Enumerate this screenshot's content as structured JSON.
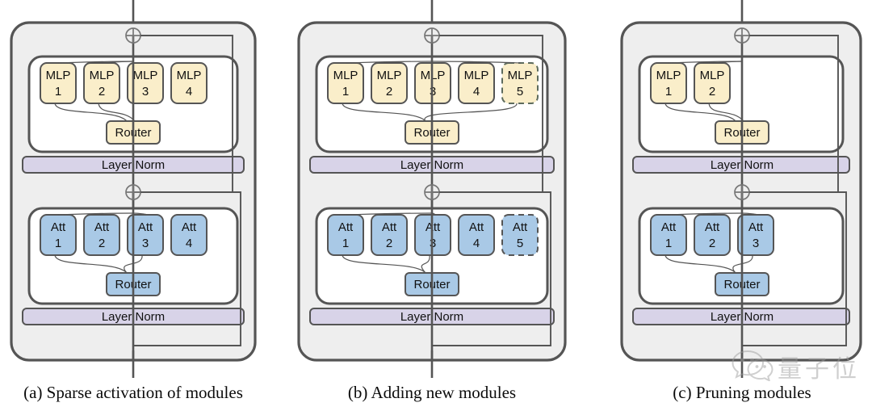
{
  "figure": {
    "panels": [
      {
        "id": "a",
        "caption": "(a) Sparse activation of modules",
        "blocks": [
          {
            "kind": "mlp",
            "modules": [
              {
                "name": "MLP",
                "index": "1",
                "state": "active"
              },
              {
                "name": "MLP",
                "index": "2",
                "state": "active"
              },
              {
                "name": "MLP",
                "index": "3",
                "state": "inactive"
              },
              {
                "name": "MLP",
                "index": "4",
                "state": "inactive"
              }
            ],
            "router_label": "Router",
            "routed": [
              0,
              1
            ],
            "layer_norm_label": "Layer Norm"
          },
          {
            "kind": "att",
            "modules": [
              {
                "name": "Att",
                "index": "1",
                "state": "active"
              },
              {
                "name": "Att",
                "index": "2",
                "state": "inactive"
              },
              {
                "name": "Att",
                "index": "3",
                "state": "active"
              },
              {
                "name": "Att",
                "index": "4",
                "state": "inactive"
              }
            ],
            "router_label": "Router",
            "routed": [
              0,
              2
            ],
            "layer_norm_label": "Layer Norm"
          }
        ]
      },
      {
        "id": "b",
        "caption": "(b) Adding new modules",
        "blocks": [
          {
            "kind": "mlp",
            "modules": [
              {
                "name": "MLP",
                "index": "1",
                "state": "active"
              },
              {
                "name": "MLP",
                "index": "2",
                "state": "inactive"
              },
              {
                "name": "MLP",
                "index": "3",
                "state": "inactive"
              },
              {
                "name": "MLP",
                "index": "4",
                "state": "inactive"
              },
              {
                "name": "MLP",
                "index": "5",
                "state": "new"
              }
            ],
            "router_label": "Router",
            "routed": [
              0,
              4
            ],
            "layer_norm_label": "Layer Norm"
          },
          {
            "kind": "att",
            "modules": [
              {
                "name": "Att",
                "index": "1",
                "state": "active"
              },
              {
                "name": "Att",
                "index": "2",
                "state": "inactive"
              },
              {
                "name": "Att",
                "index": "3",
                "state": "active"
              },
              {
                "name": "Att",
                "index": "4",
                "state": "inactive"
              },
              {
                "name": "Att",
                "index": "5",
                "state": "new"
              }
            ],
            "router_label": "Router",
            "routed": [
              0,
              2
            ],
            "layer_norm_label": "Layer Norm"
          }
        ]
      },
      {
        "id": "c",
        "caption": "(c) Pruning modules",
        "blocks": [
          {
            "kind": "mlp",
            "modules": [
              {
                "name": "MLP",
                "index": "1",
                "state": "active"
              },
              {
                "name": "MLP",
                "index": "2",
                "state": "active"
              }
            ],
            "router_label": "Router",
            "routed": [
              0,
              1
            ],
            "layer_norm_label": "Layer Norm"
          },
          {
            "kind": "att",
            "modules": [
              {
                "name": "Att",
                "index": "1",
                "state": "active"
              },
              {
                "name": "Att",
                "index": "2",
                "state": "inactive"
              },
              {
                "name": "Att",
                "index": "3",
                "state": "active"
              }
            ],
            "router_label": "Router",
            "routed": [
              0,
              2
            ],
            "layer_norm_label": "Layer Norm"
          }
        ]
      }
    ]
  },
  "watermark": {
    "text": "量子位",
    "icon": "wechat-logo-icon"
  },
  "colors": {
    "mlp_fill": "#faeeca",
    "att_fill": "#a9c9e6",
    "layer_norm_fill": "#d8d3e8",
    "panel_fill": "#eeeeee",
    "stroke": "#555555",
    "new_module_stroke": "#5d6b5d"
  }
}
